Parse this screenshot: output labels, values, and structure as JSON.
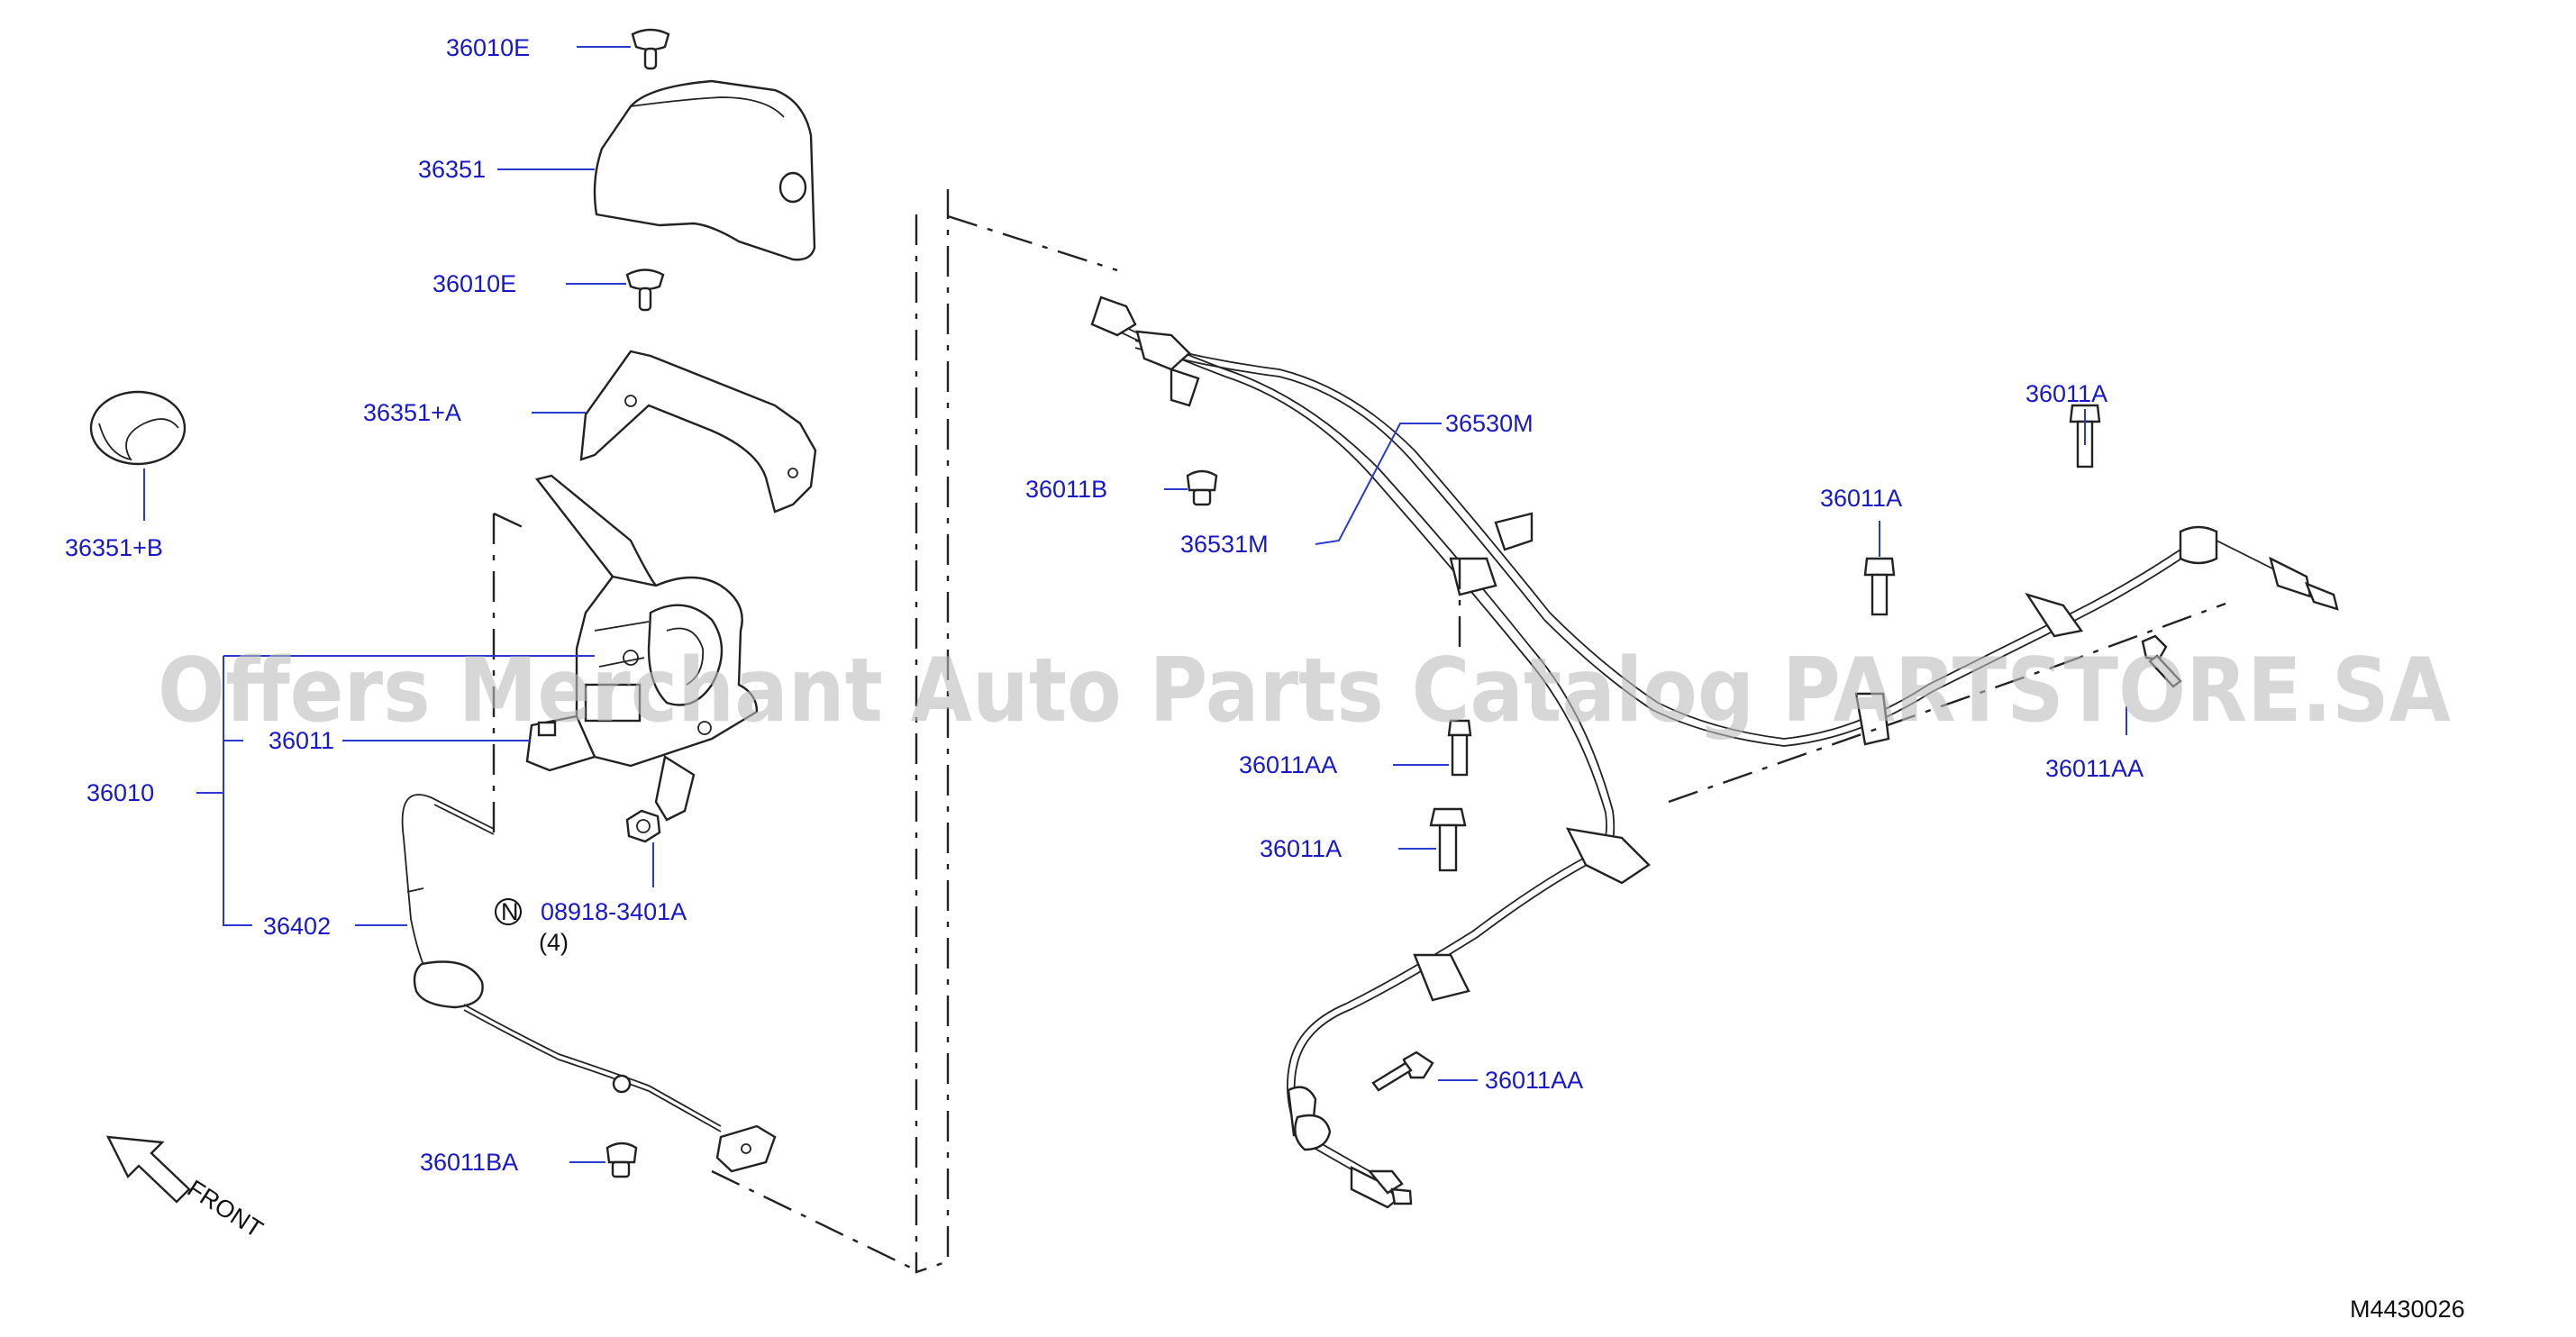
{
  "diagram_id": "M4430026",
  "watermark": "Offers Merchant Auto Parts Catalog PARTSTORE.SA",
  "direction_label": "FRONT",
  "note_symbol": "N",
  "parts": [
    {
      "id": "p1",
      "label": "36010E"
    },
    {
      "id": "p2",
      "label": "36351"
    },
    {
      "id": "p3",
      "label": "36010E"
    },
    {
      "id": "p4",
      "label": "36351+A"
    },
    {
      "id": "p5",
      "label": "36351+B"
    },
    {
      "id": "p6",
      "label": "36011"
    },
    {
      "id": "p7",
      "label": "36010"
    },
    {
      "id": "p8",
      "label": "08918-3401A"
    },
    {
      "id": "p9",
      "label": "(4)"
    },
    {
      "id": "p10",
      "label": "36402"
    },
    {
      "id": "p11",
      "label": "36011BA"
    },
    {
      "id": "p12",
      "label": "36530M"
    },
    {
      "id": "p13",
      "label": "36011B"
    },
    {
      "id": "p14",
      "label": "36531M"
    },
    {
      "id": "p15",
      "label": "36011AA"
    },
    {
      "id": "p16",
      "label": "36011A"
    },
    {
      "id": "p17",
      "label": "36011AA"
    },
    {
      "id": "p18",
      "label": "36011A"
    },
    {
      "id": "p19",
      "label": "36011A"
    },
    {
      "id": "p20",
      "label": "36011AA"
    }
  ]
}
